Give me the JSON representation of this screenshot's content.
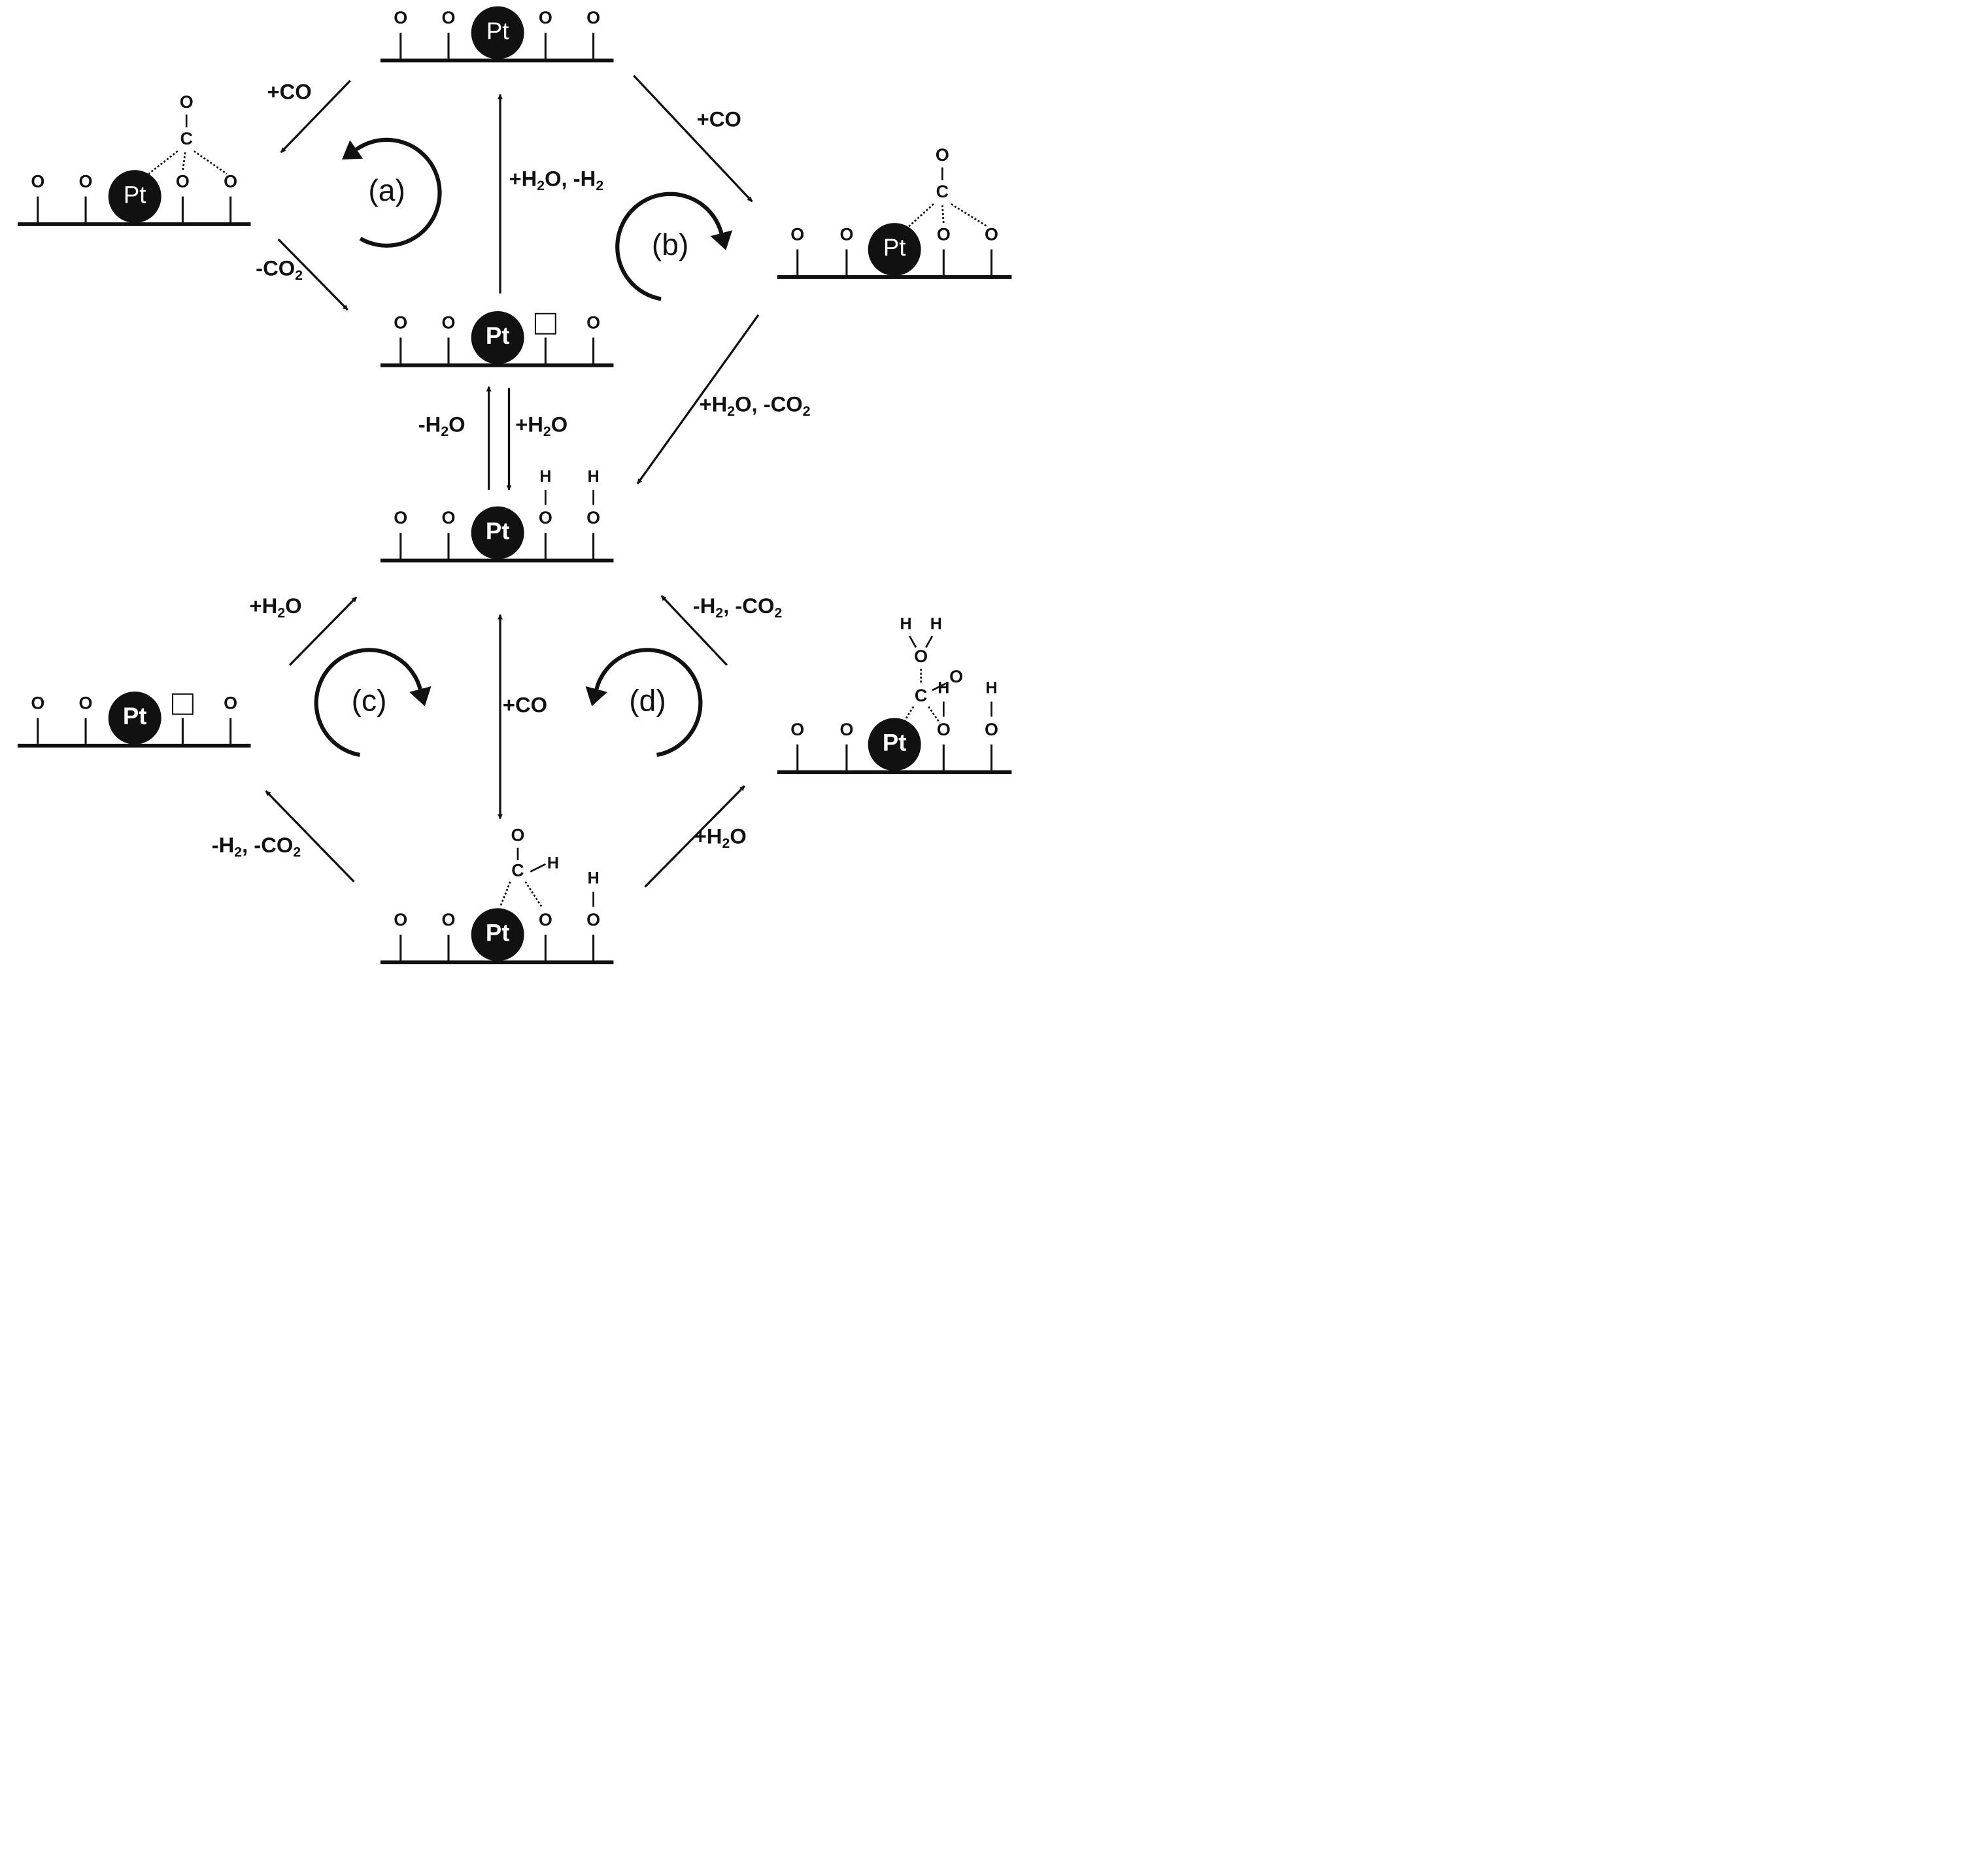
{
  "labels": {
    "pt": "Pt",
    "o": "O",
    "c": "C",
    "h": "H"
  },
  "cycles": [
    "(a)",
    "(b)",
    "(c)",
    "(d)"
  ],
  "reactions": {
    "top_to_left": "+CO",
    "top_to_right": "+CO",
    "left_to_center": [
      "-CO",
      "2"
    ],
    "center_to_top": [
      "+H",
      "2",
      "O, -H",
      "2"
    ],
    "right_to_hydroxyl": [
      "+H",
      "2",
      "O, -CO",
      "2"
    ],
    "center_to_hydroxyl": [
      "+H",
      "2",
      "O"
    ],
    "hydroxyl_to_center": [
      "-H",
      "2",
      "O"
    ],
    "bl_to_hydroxyl": [
      "+H",
      "2",
      "O"
    ],
    "br_to_hydroxyl": [
      "-H",
      "2",
      ", -CO",
      "2"
    ],
    "hydroxyl_formate": "+CO",
    "formate_to_bl": [
      "-H",
      "2",
      ", -CO",
      "2"
    ],
    "formate_to_br": [
      "+H",
      "2",
      "O"
    ]
  }
}
